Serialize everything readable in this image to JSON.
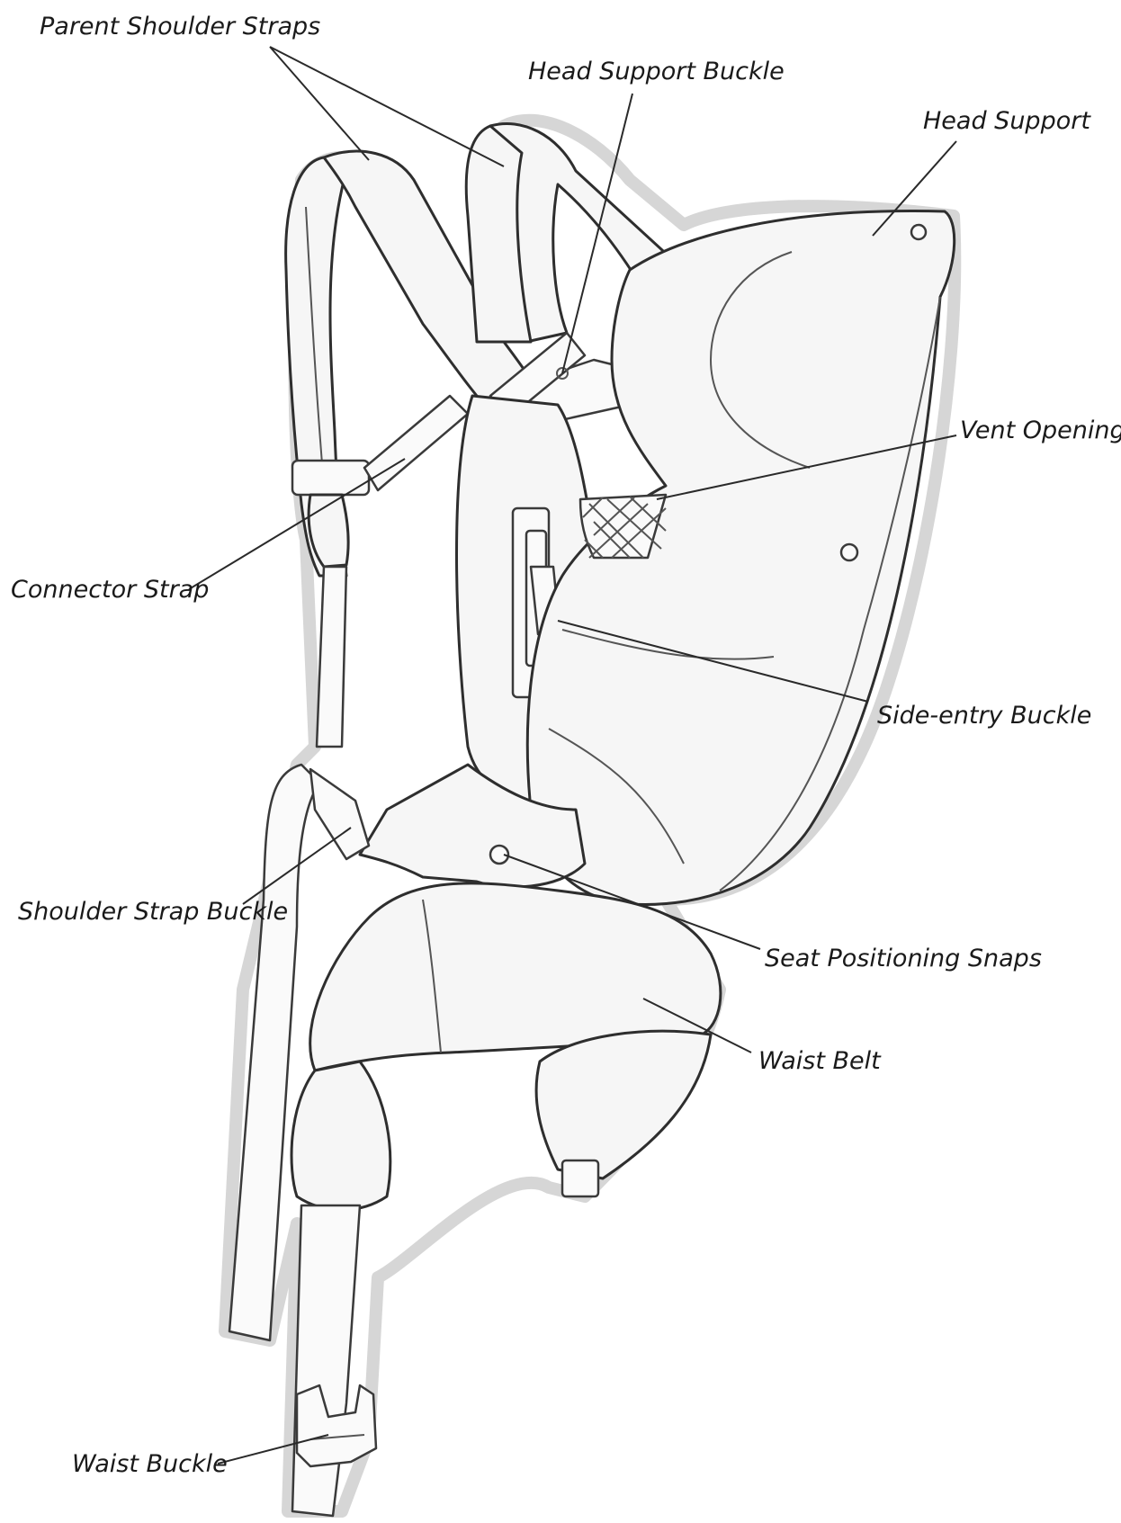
{
  "callouts": {
    "parent_shoulder_straps": "Parent Shoulder Straps",
    "head_support_buckle": "Head Support Buckle",
    "head_support": "Head Support",
    "vent_opening": "Vent Opening",
    "connector_strap": "Connector Strap",
    "side_entry_buckle": "Side-entry Buckle",
    "shoulder_strap_buckle": "Shoulder Strap Buckle",
    "seat_positioning_snaps": "Seat Positioning Snaps",
    "waist_belt": "Waist Belt",
    "waist_buckle": "Waist Buckle"
  }
}
